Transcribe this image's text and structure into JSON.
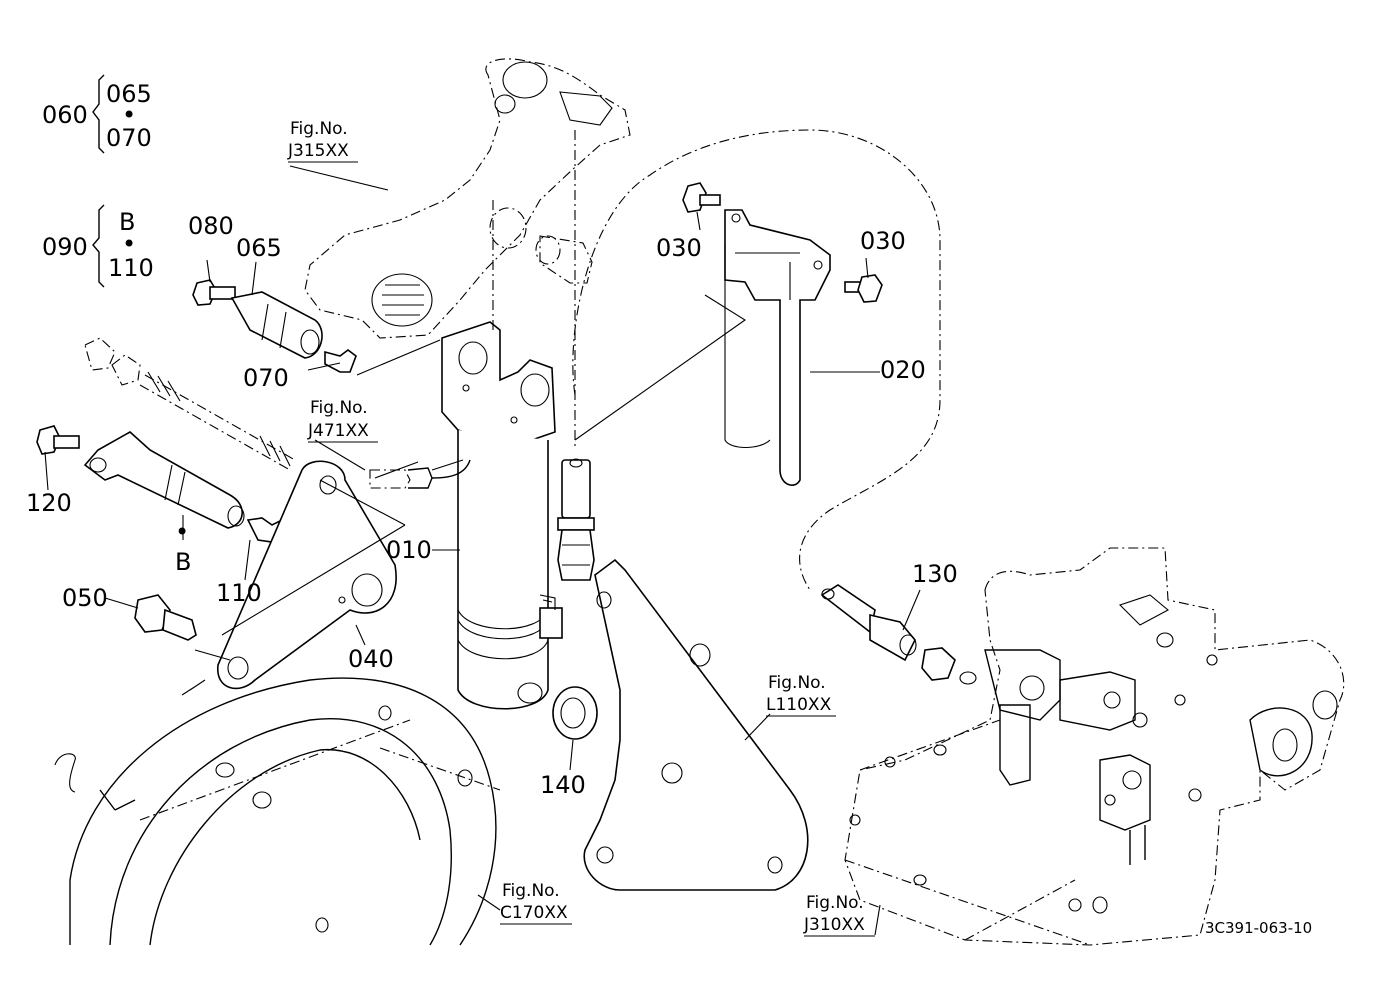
{
  "labels": {
    "p060": "060",
    "p065a": "065",
    "dot_a": "•",
    "p070a": "070",
    "p090": "090",
    "pB_a": "B",
    "dot_b": "•",
    "p110a": "110",
    "p080": "080",
    "p065": "065",
    "p070": "070",
    "p030a": "030",
    "p030b": "030",
    "p020": "020",
    "p120": "120",
    "pB": "B",
    "p110": "110",
    "p010": "010",
    "p050": "050",
    "p040": "040",
    "p130": "130",
    "p140": "140"
  },
  "figrefs": {
    "j315": {
      "fig": "Fig.No.",
      "code": "J315XX"
    },
    "j471": {
      "fig": "Fig.No.",
      "code": "J471XX"
    },
    "l110": {
      "fig": "Fig.No.",
      "code": "L110XX"
    },
    "c170": {
      "fig": "Fig.No.",
      "code": "C170XX"
    },
    "j310": {
      "fig": "Fig.No.",
      "code": "J310XX"
    }
  },
  "drawing_code": "3C391-063-10",
  "colors": {
    "ink": "#000000",
    "paper": "#ffffff"
  }
}
